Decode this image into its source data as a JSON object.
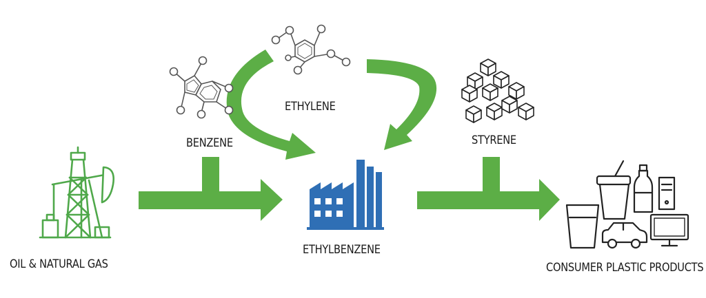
{
  "nodes": {
    "oil_gas": "OIL & NATURAL GAS",
    "benzene": "BENZENE",
    "ethylene": "ETHYLENE",
    "styrene": "STYRENE",
    "ethylbenzene": "ETHYLBENZENE",
    "consumer": "CONSUMER PLASTIC PRODUCTS"
  },
  "colors": {
    "arrow": "#5cae46",
    "factory": "#2f6fb5",
    "derrick": "#4fa84a",
    "line": "#222222"
  },
  "icons": {
    "oil_gas": "oil-derrick-pumpjack-icon",
    "benzene": "benzene-molecule-icon",
    "ethylene": "ethylene-molecule-icon",
    "styrene": "styrene-cubes-icon",
    "ethylbenzene": "factory-icon",
    "consumer": "plastic-products-icon"
  }
}
